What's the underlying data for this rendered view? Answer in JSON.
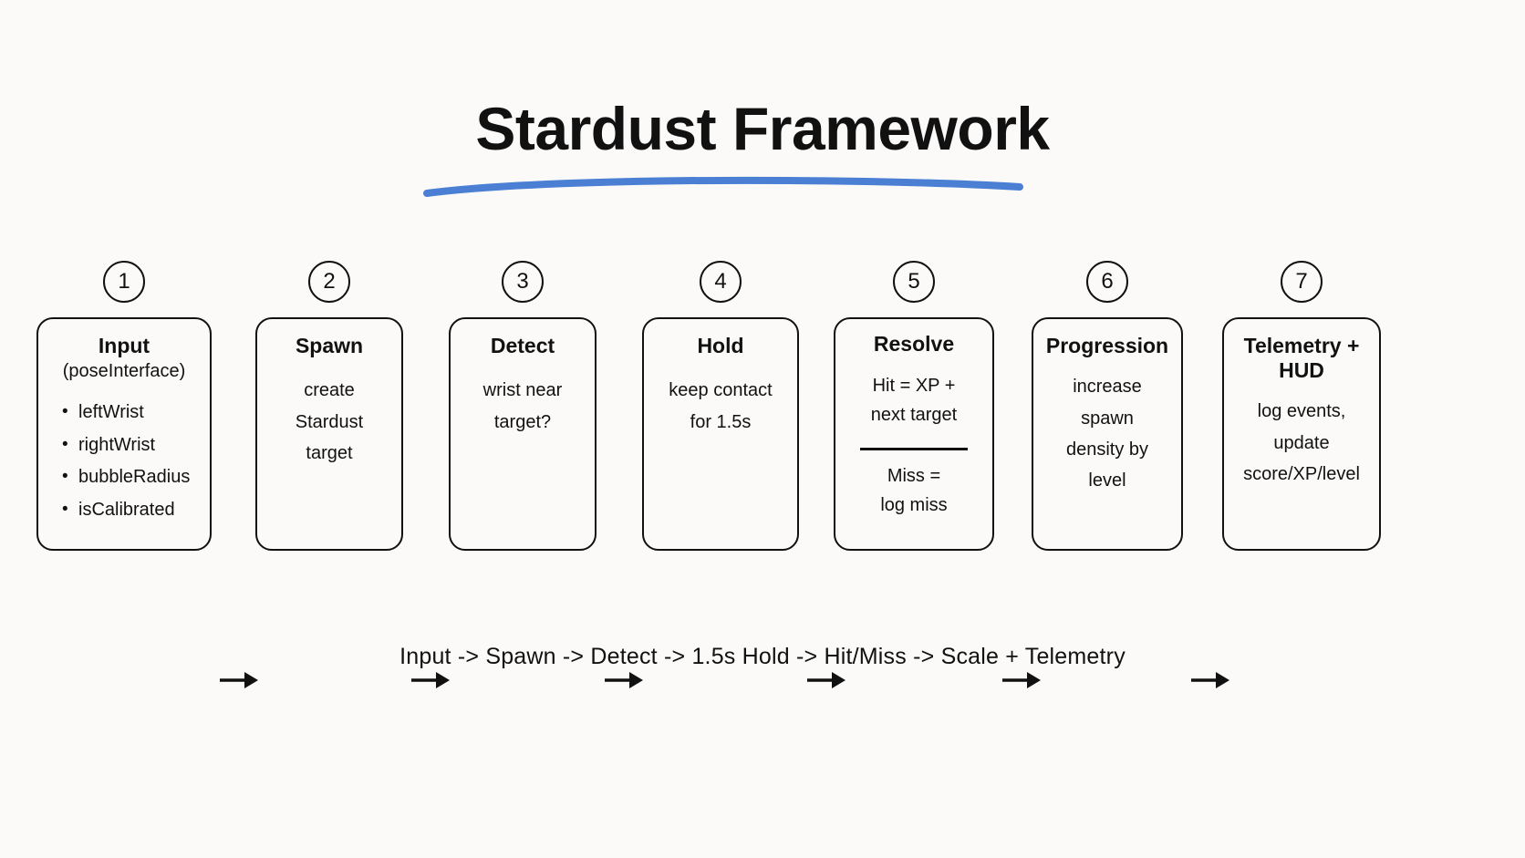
{
  "title": {
    "text": "Stardust Framework",
    "underline_color": "#4a7fd4"
  },
  "background_color": "#fbfaf8",
  "ink_color": "#111111",
  "steps": [
    {
      "number": "1",
      "title": "Input",
      "subtitle": "(poseInterface)",
      "bullets": [
        "leftWrist",
        "rightWrist",
        "bubbleRadius",
        "isCalibrated"
      ],
      "body": "",
      "fraction": null
    },
    {
      "number": "2",
      "title": "Spawn",
      "subtitle": "",
      "bullets": [],
      "body": "create\nStardust\ntarget",
      "fraction": null
    },
    {
      "number": "3",
      "title": "Detect",
      "subtitle": "",
      "bullets": [],
      "body": "wrist near\ntarget?",
      "fraction": null
    },
    {
      "number": "4",
      "title": "Hold",
      "subtitle": "",
      "bullets": [],
      "body": "keep contact\nfor 1.5s",
      "fraction": null
    },
    {
      "number": "5",
      "title": "Resolve",
      "subtitle": "",
      "bullets": [],
      "body": "",
      "fraction": {
        "numerator": "Hit = XP +\nnext target",
        "denominator": "Miss =\nlog miss"
      }
    },
    {
      "number": "6",
      "title": "Progression",
      "subtitle": "",
      "bullets": [],
      "body": "increase\nspawn\ndensity by\nlevel",
      "fraction": null
    },
    {
      "number": "7",
      "title": "Telemetry +\nHUD",
      "subtitle": "",
      "bullets": [],
      "body": "log events,\nupdate\nscore/XP/level",
      "fraction": null
    }
  ],
  "arrows_count": 6,
  "caption": "Input  ->  Spawn  ->  Detect  ->  1.5s Hold ->  Hit/Miss  ->  Scale + Telemetry"
}
